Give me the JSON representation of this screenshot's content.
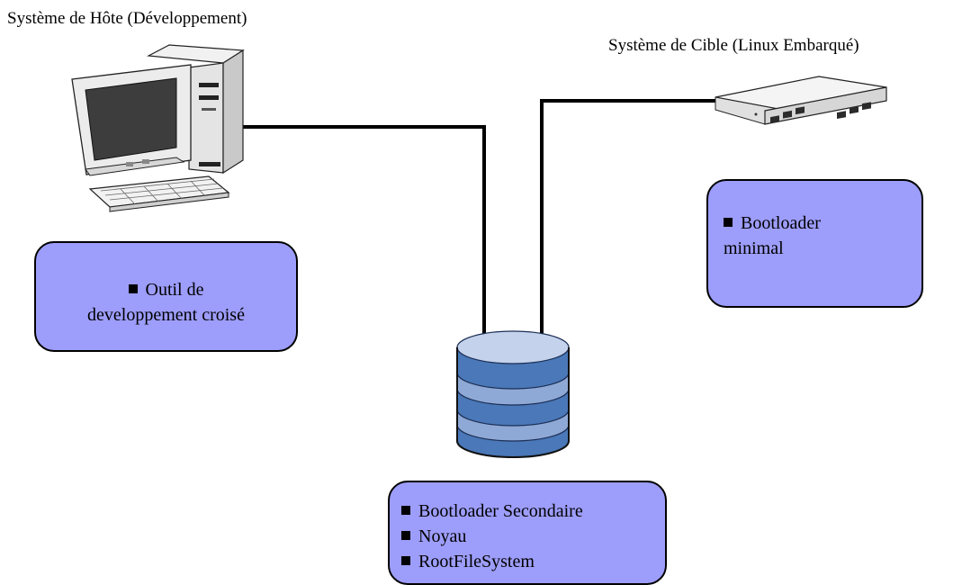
{
  "host": {
    "title": "Système de Hôte (Développement)",
    "box_lines": [
      "Outil de",
      "developpement croisé"
    ]
  },
  "target": {
    "title": "Système de Cible (Linux Embarqué)",
    "box_lines": [
      "Bootloader",
      "minimal"
    ]
  },
  "storage": {
    "items": [
      "Bootloader Secondaire",
      "Noyau",
      "RootFileSystem"
    ]
  },
  "icons": {
    "host": "desktop-computer-icon",
    "target": "embedded-router-icon",
    "storage": "database-cylinder-icon"
  },
  "colors": {
    "box_fill": "#9d9dfb",
    "db_dark": "#4a78b8",
    "db_light": "#8fa9d6",
    "db_top": "#c5d2ec"
  }
}
